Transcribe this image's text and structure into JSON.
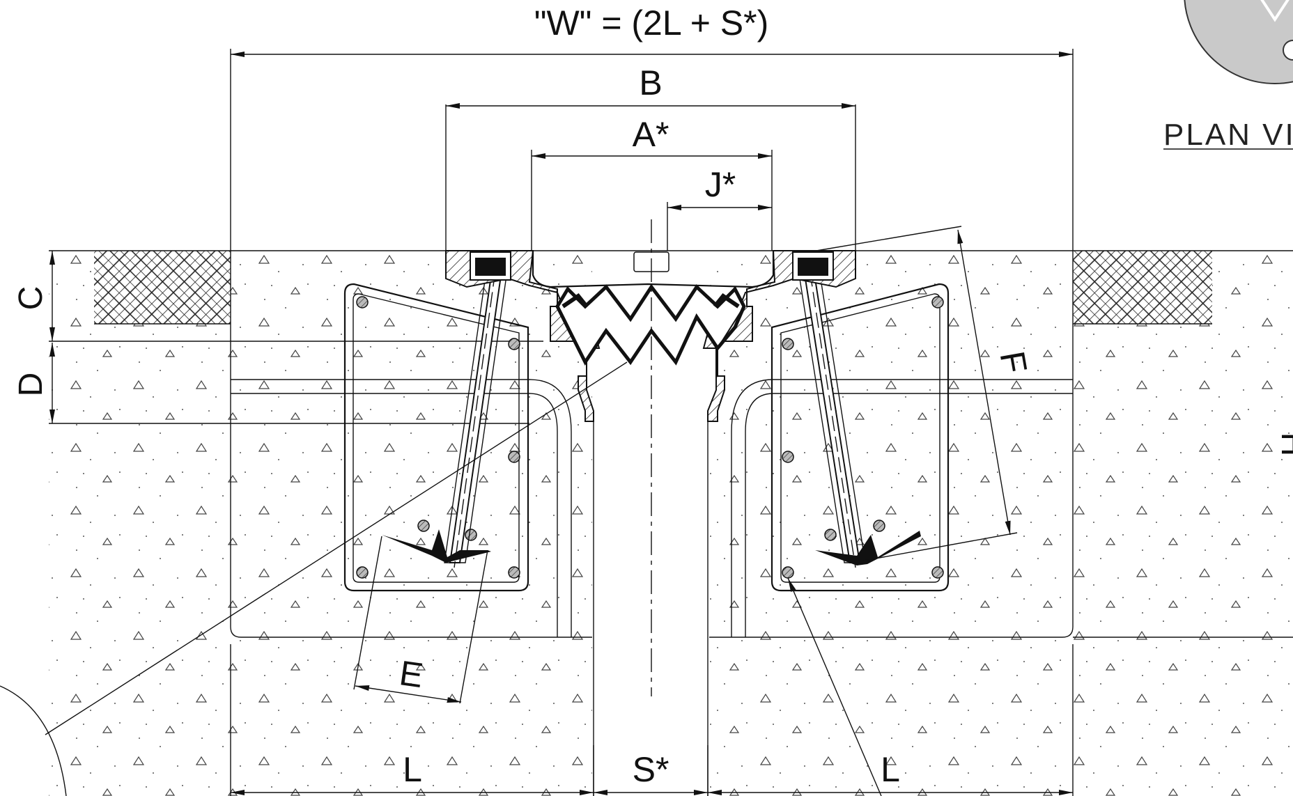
{
  "dimensions": {
    "overall_width": "\"W\" = (2L + S*)",
    "b": "B",
    "a": "A*",
    "j": "J*",
    "c": "C",
    "d": "D",
    "e": "E",
    "f": "F",
    "h": "H",
    "l_left": "L",
    "s": "S*",
    "l_right": "L"
  },
  "plan_view_label": "PLAN VIE",
  "colors": {
    "line": "#111111",
    "seal": "#0a0a0a",
    "plate": "#c9c9c9",
    "background": "#ffffff"
  }
}
